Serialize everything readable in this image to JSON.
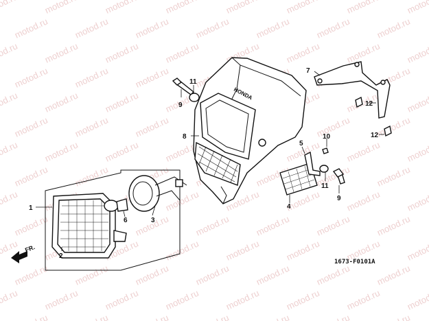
{
  "watermark_text": "motod.ru",
  "callouts": [
    "1",
    "2",
    "3",
    "4",
    "5",
    "6",
    "7",
    "8",
    "9",
    "9",
    "10",
    "11",
    "11",
    "12",
    "12"
  ],
  "front_marker": "FR.",
  "drawing_code": "1673-F0101A",
  "brand_mark": "HONDA"
}
